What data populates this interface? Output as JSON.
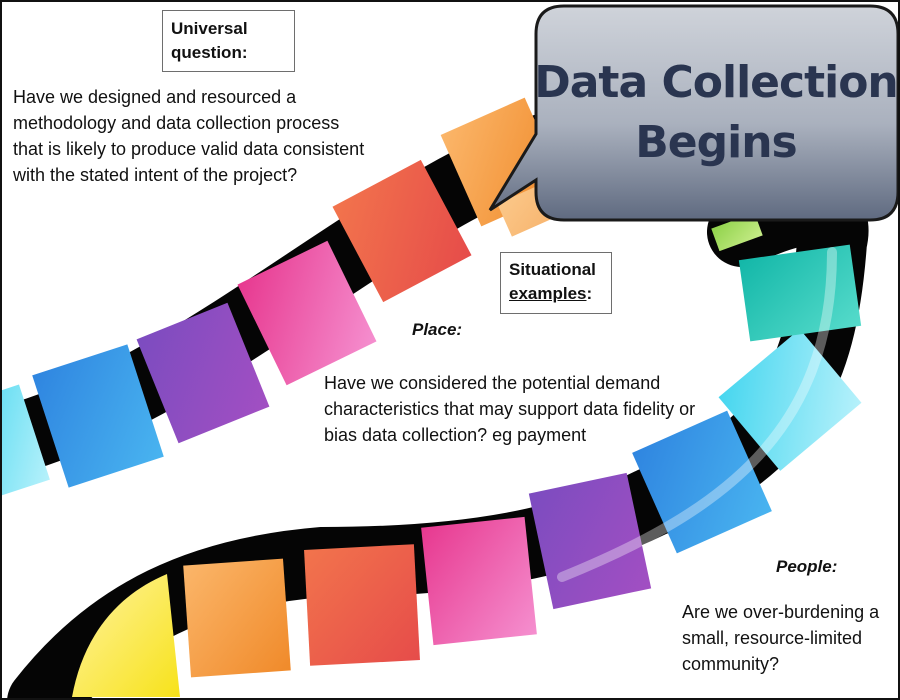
{
  "universal": {
    "heading_line1": "Universal",
    "heading_line2": "question:",
    "text": "Have we designed and resourced a methodology and data collection process that is likely to produce valid data consistent with the stated intent of the project?"
  },
  "callout": {
    "line1": "Data Collection",
    "line2": "Begins"
  },
  "situational": {
    "heading_line1": "Situational",
    "heading_word2": "examples",
    "heading_colon": ":"
  },
  "place": {
    "label": "Place:",
    "text": "Have we considered the potential demand characteristics that may support data fidelity or bias data collection? eg payment"
  },
  "people": {
    "label": "People:",
    "text": "Are we over-burdening a small, resource-limited community?"
  },
  "colors": {
    "path_border": "#050505",
    "callout_fill_top": "#c8ccd4",
    "callout_fill_bottom": "#5f6a80",
    "callout_text": "#2a3550"
  }
}
